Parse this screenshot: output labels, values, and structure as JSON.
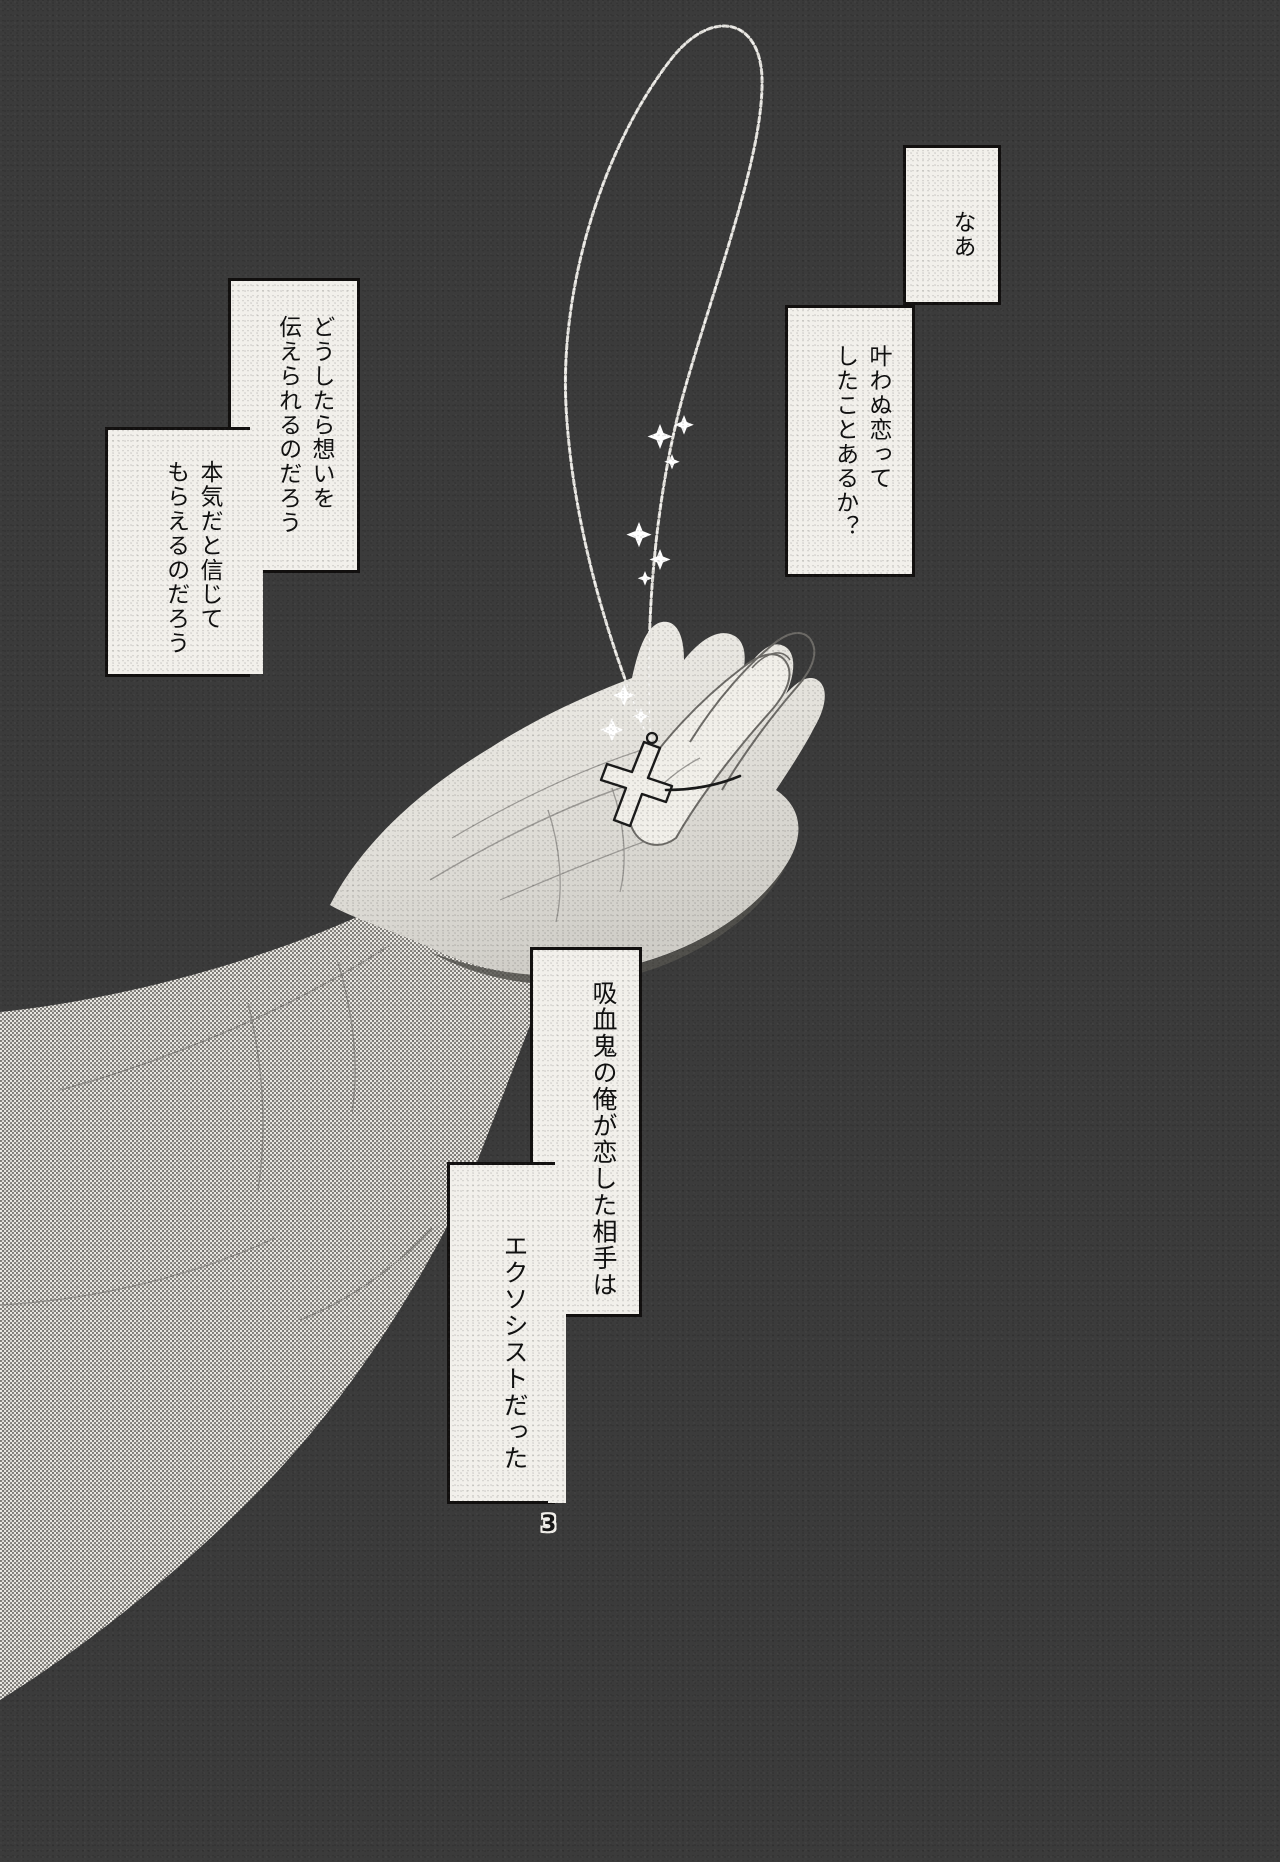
{
  "page": {
    "number": "3",
    "background_color": "#3b3b3b",
    "caption_fill": "#f2f0eb",
    "ink_color": "#111111"
  },
  "captions": [
    {
      "id": "naa",
      "lines": "なあ"
    },
    {
      "id": "kanawanu",
      "lines": "叶わぬ恋って\nしたことあるか？"
    },
    {
      "id": "dou",
      "lines": "どうしたら想いを\n伝えられるのだろう"
    },
    {
      "id": "honki",
      "lines": "本気だと信じて\nもらえるのだろう"
    },
    {
      "id": "vampire",
      "lines": "吸血鬼の俺が恋した相手は"
    },
    {
      "id": "exorcist",
      "lines": "エクソシストだった"
    }
  ],
  "artwork": {
    "subject": "open-hand-with-rosary",
    "elements": [
      "hand",
      "forearm",
      "sleeve",
      "beaded-chain-loop",
      "cross-pendant",
      "sparkles"
    ],
    "sparkle_count": 8
  }
}
